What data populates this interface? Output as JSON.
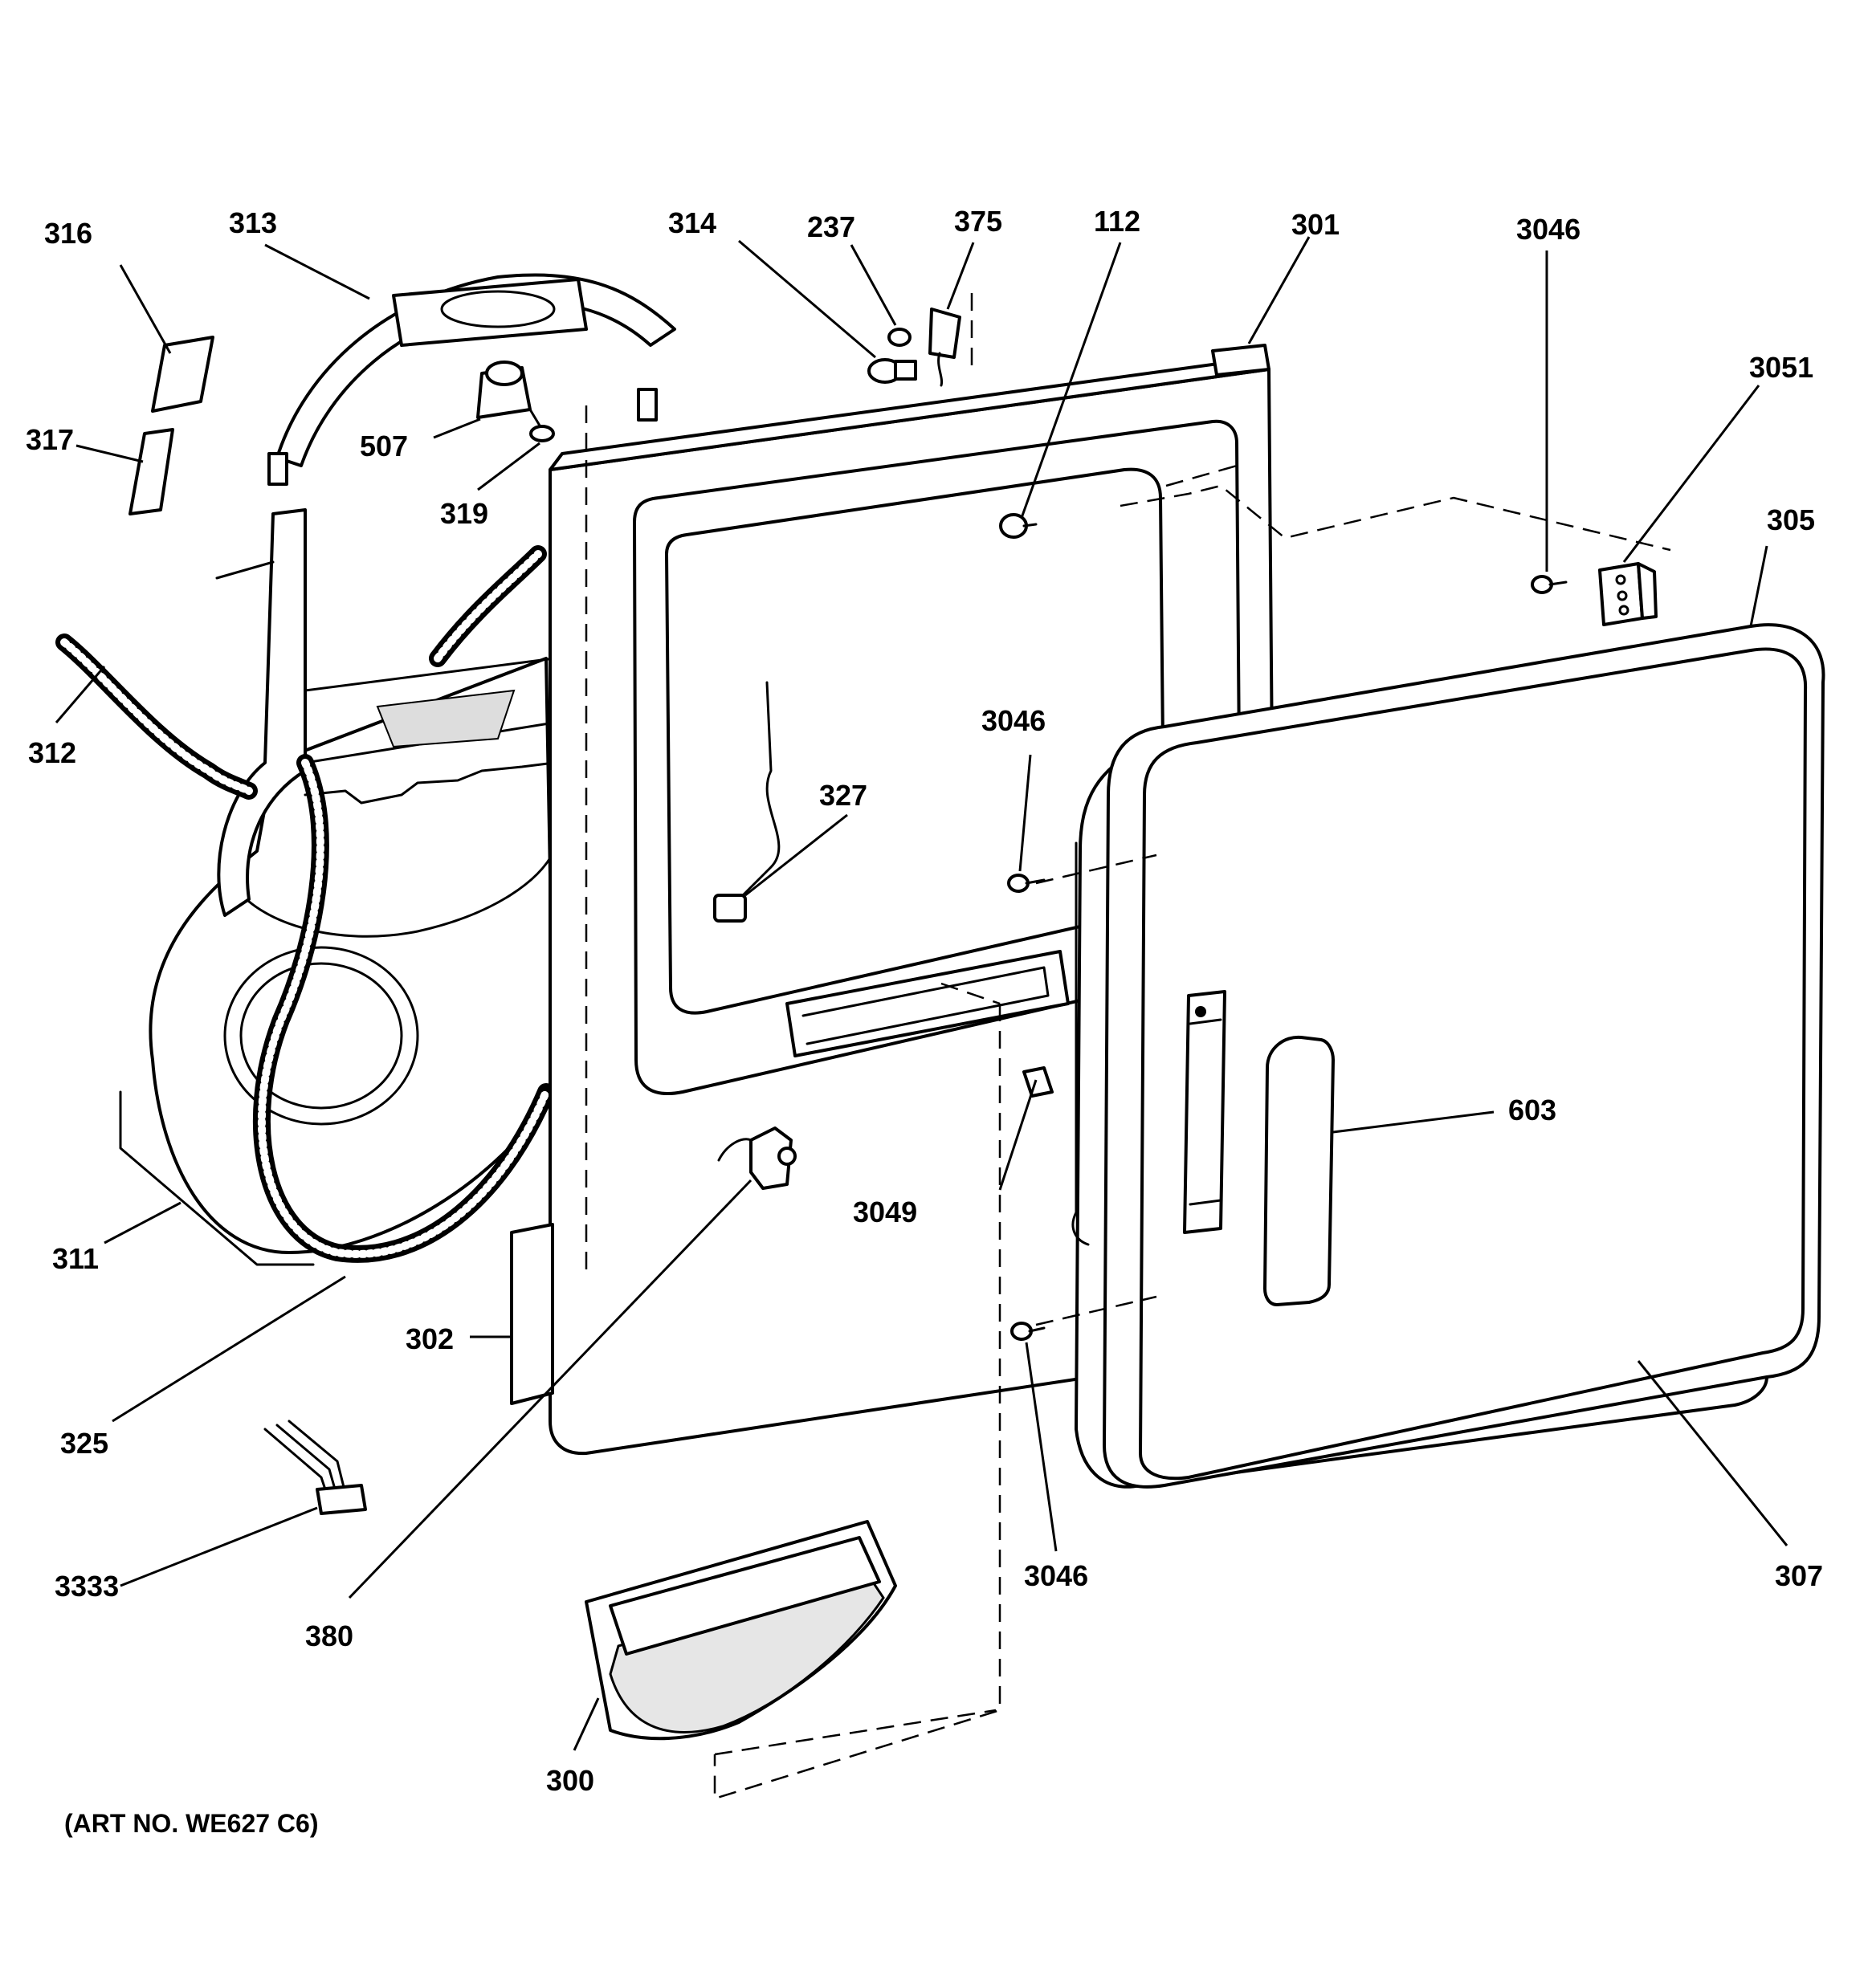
{
  "diagram": {
    "callouts": {
      "c316": "316",
      "c313": "313",
      "c314": "314",
      "c237": "237",
      "c375": "375",
      "c112": "112",
      "c301": "301",
      "c3046_top": "3046",
      "c3051": "3051",
      "c305": "305",
      "c317": "317",
      "c507": "507",
      "c319": "319",
      "c312": "312",
      "c3046_mid": "3046",
      "c327": "327",
      "c603": "603",
      "c3049": "3049",
      "c311": "311",
      "c302": "302",
      "c325": "325",
      "c3333": "3333",
      "c380": "380",
      "c3046_bot": "3046",
      "c307": "307",
      "c300": "300"
    },
    "art_number": "(ART NO. WE627 C6)"
  }
}
